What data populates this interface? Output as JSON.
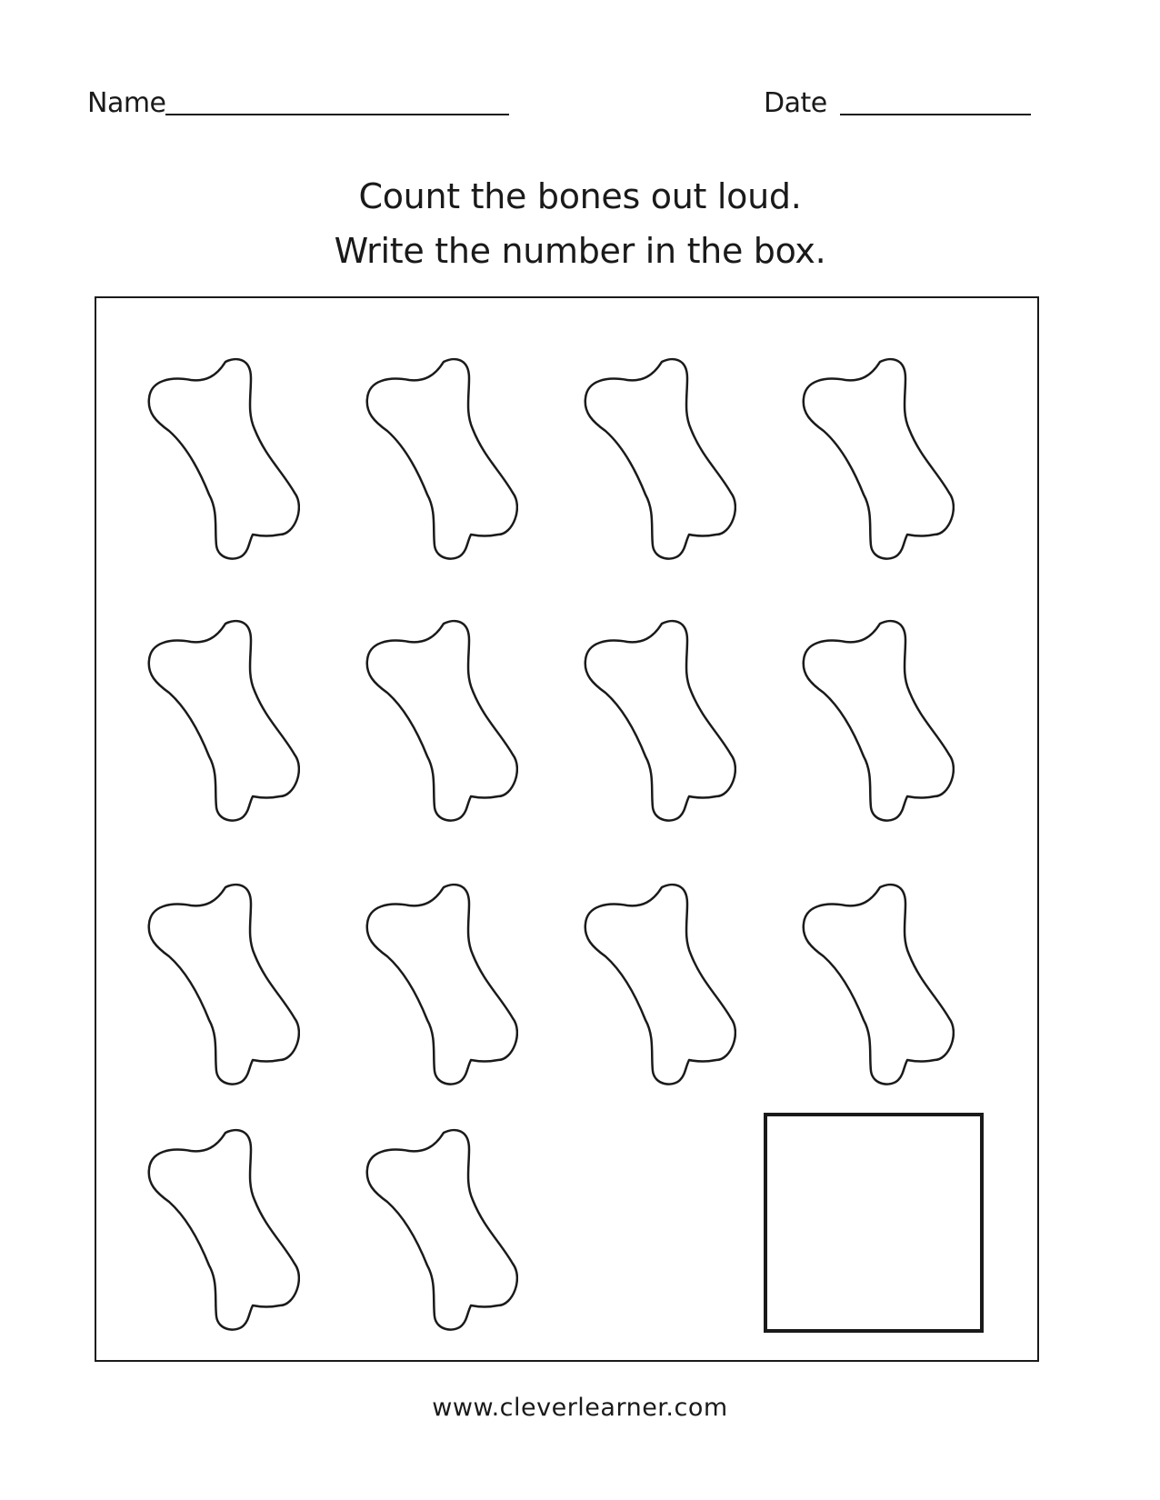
{
  "header": {
    "name_label": "Name",
    "date_label": "Date"
  },
  "instructions": {
    "line1": "Count the bones out loud.",
    "line2": "Write the number in the box."
  },
  "exercise": {
    "item_icon": "bone-icon",
    "item_count": 14,
    "answer_box_value": ""
  },
  "footer": {
    "website": "www.cleverlearner.com"
  }
}
